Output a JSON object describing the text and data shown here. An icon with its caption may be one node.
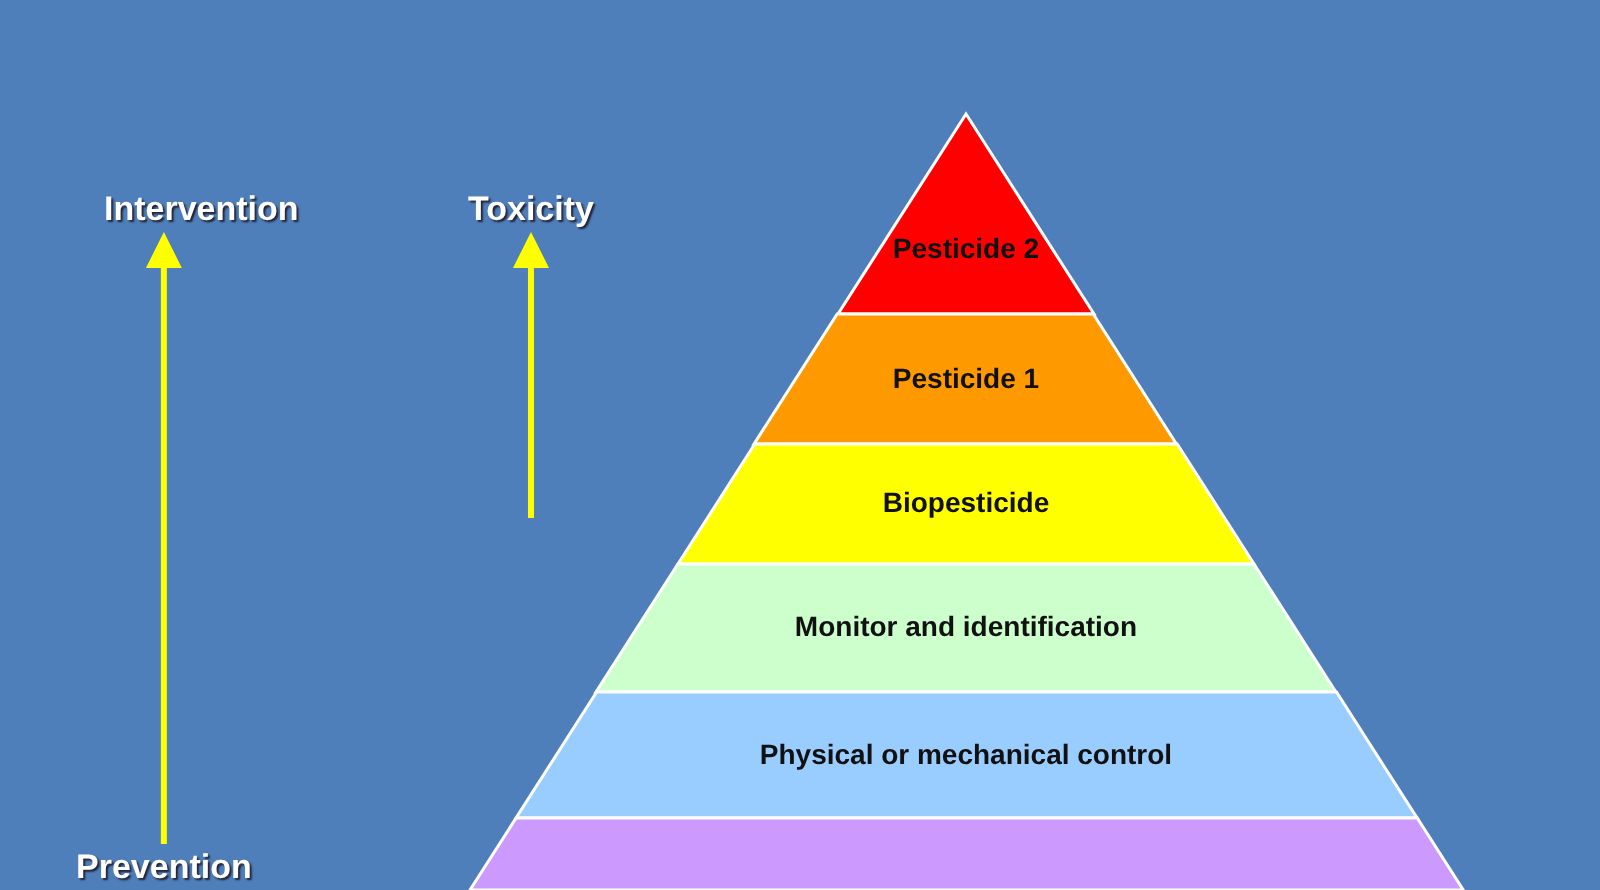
{
  "diagram": {
    "nodes": [
      {
        "text": [
          "Pesticide 2"
        ]
      },
      {
        "text": [
          "Pesticide 1"
        ]
      },
      {
        "text": [
          "Biopesticide"
        ]
      },
      {
        "text": [
          "Monitor and identification"
        ]
      },
      {
        "text": [
          "Physical or mechanical control"
        ]
      },
      {
        "text": [],
        "shape": "band"
      },
      {
        "text": [
          "Intervention"
        ]
      },
      {
        "text": [
          "Toxicity"
        ]
      },
      {
        "text": [
          "Prevention"
        ]
      }
    ],
    "edges": [
      {
        "from": 8,
        "to": 6,
        "arrow": "to"
      },
      {
        "from": null,
        "to": 7,
        "arrow": "to"
      }
    ]
  }
}
